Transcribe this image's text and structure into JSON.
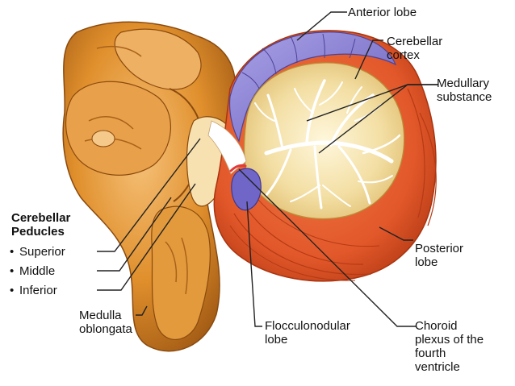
{
  "labels": {
    "anterior_lobe": "Anterior lobe",
    "cerebellar_cortex": [
      "Cerebellar",
      "cortex"
    ],
    "medullary_substance": [
      "Medullary",
      "substance"
    ],
    "posterior_lobe": [
      "Posterior",
      "lobe"
    ],
    "choroid_plexus": [
      "Choroid",
      "plexus of the",
      "fourth",
      "ventricle"
    ],
    "flocculonodular_lobe": [
      "Flocculonodular",
      "lobe"
    ],
    "medulla_oblongata": [
      "Medulla",
      "oblongata"
    ]
  },
  "peduncles": {
    "heading": [
      "Cerebellar",
      "Peducles"
    ],
    "bullet": "•",
    "items": [
      "Superior",
      "Middle",
      "Inferior"
    ]
  },
  "colors": {
    "brainstem": "#e08f2c",
    "cerebellum": "#e2582a",
    "anterior_lobe": "#8a82d4",
    "medullary": "#f3dfa4",
    "leader_line": "#222222"
  }
}
